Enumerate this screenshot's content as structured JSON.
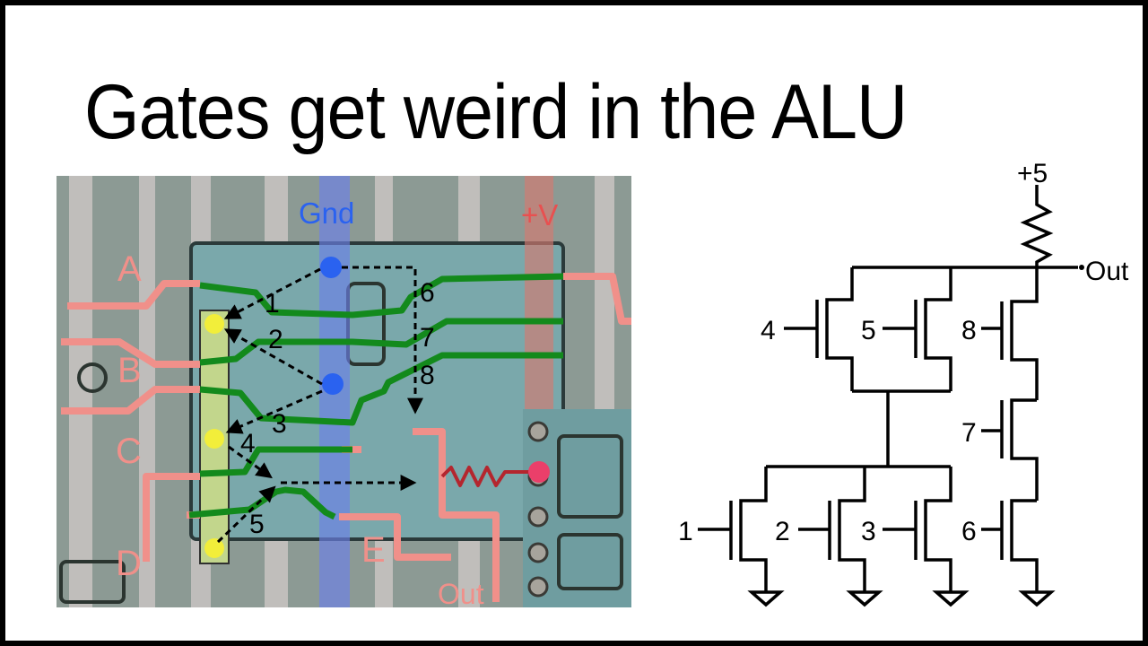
{
  "slide": {
    "title": "Gates get weird in the ALU"
  },
  "die_photo": {
    "gnd_label": "Gnd",
    "vplus_label": "+V",
    "inputs": [
      "A",
      "B",
      "C",
      "D",
      "E"
    ],
    "out_label": "Out",
    "transistor_numbers": [
      "1",
      "2",
      "3",
      "4",
      "5",
      "6",
      "7",
      "8"
    ]
  },
  "schematic": {
    "supply_label": "+5",
    "out_label": "Out",
    "transistors": [
      "4",
      "5",
      "8",
      "7",
      "1",
      "2",
      "3",
      "6"
    ]
  },
  "colors": {
    "gnd_blue": "#2a62f0",
    "vplus_red": "#e85050",
    "trace_green": "#138a1c",
    "input_pink": "#f0908a",
    "contact_yellow": "#f2ee3a",
    "resistor_red": "#b4262e",
    "node_pink": "#ea3f6a"
  }
}
